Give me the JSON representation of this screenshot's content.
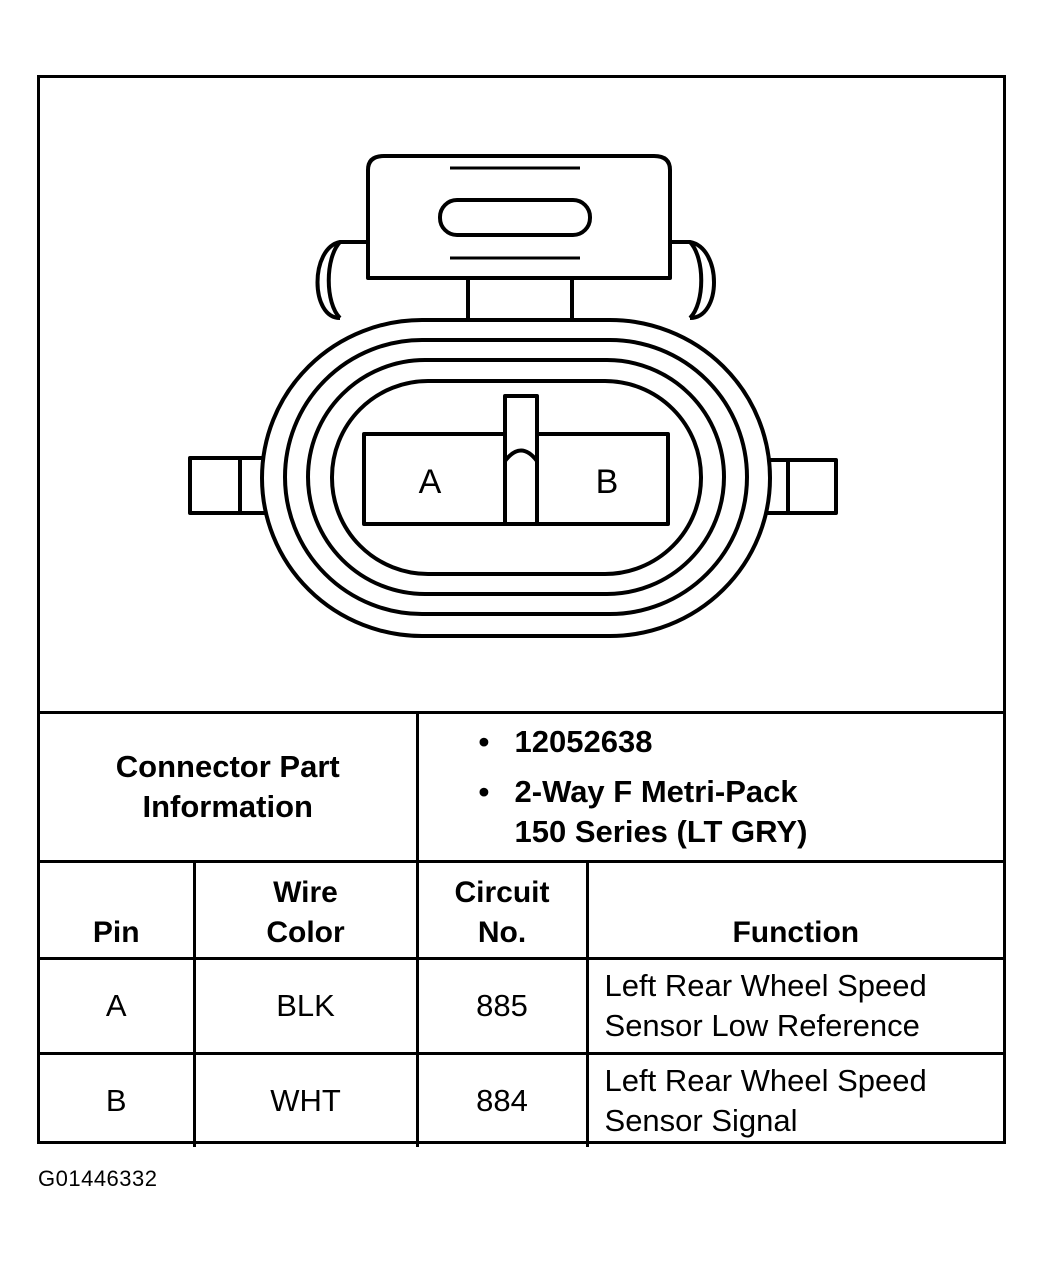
{
  "connector": {
    "pins": [
      "A",
      "B"
    ]
  },
  "part_info": {
    "label": "Connector Part Information",
    "label_line1": "Connector Part",
    "label_line2": "Information",
    "items": [
      {
        "bullet": "•",
        "line1": "12052638",
        "line2": ""
      },
      {
        "bullet": "•",
        "line1": "2-Way F Metri-Pack",
        "line2": "150 Series (LT GRY)"
      }
    ]
  },
  "table": {
    "headers": {
      "pin": {
        "line1": "",
        "line2": "Pin"
      },
      "wire_color": {
        "line1": "Wire",
        "line2": "Color"
      },
      "circuit": {
        "line1": "Circuit",
        "line2": "No."
      },
      "function": {
        "line1": "",
        "line2": "Function"
      }
    },
    "rows": [
      {
        "pin": "A",
        "wire_color": "BLK",
        "circuit": "885",
        "function_line1": "Left Rear Wheel Speed",
        "function_line2": "Sensor Low Reference"
      },
      {
        "pin": "B",
        "wire_color": "WHT",
        "circuit": "884",
        "function_line1": "Left Rear Wheel Speed",
        "function_line2": "Sensor Signal"
      }
    ]
  },
  "figure_id": "G01446332"
}
